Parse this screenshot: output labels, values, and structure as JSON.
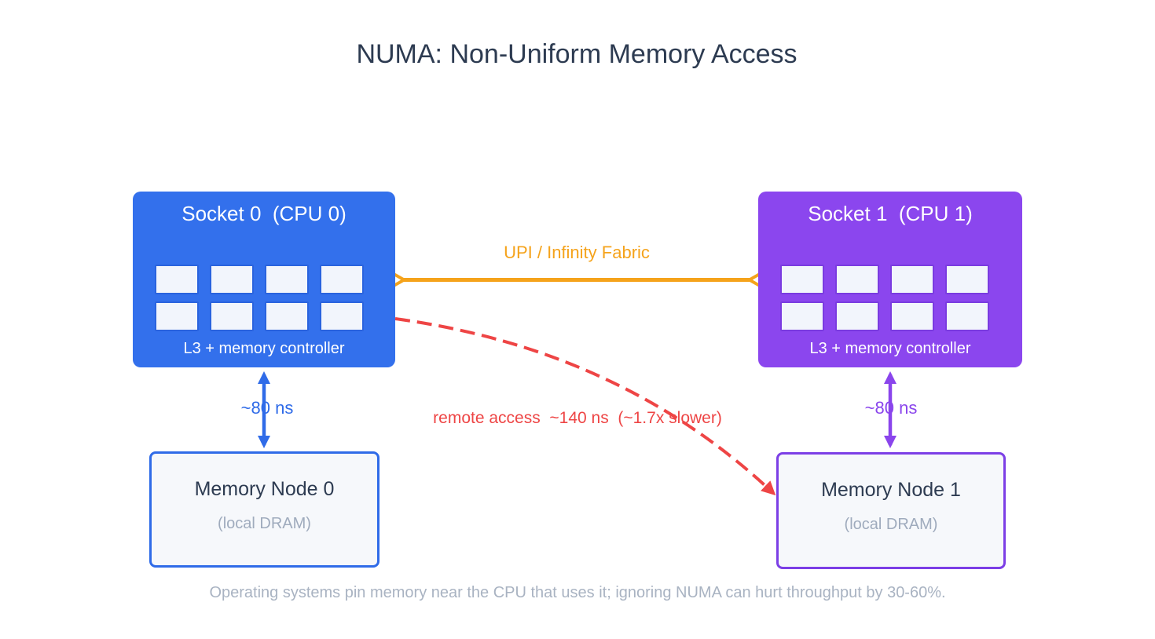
{
  "title": "NUMA: Non-Uniform Memory Access",
  "sockets": [
    {
      "title": "Socket 0  (CPU 0)",
      "sublabel": "L3 + memory controller",
      "fill_color": "#3370EC",
      "core_count": 8
    },
    {
      "title": "Socket 1  (CPU 1)",
      "sublabel": "L3 + memory controller",
      "fill_color": "#8B46EE",
      "core_count": 8
    }
  ],
  "memory_nodes": [
    {
      "title": "Memory Node 0",
      "sublabel": "(local DRAM)",
      "border_color": "#2F6BE8"
    },
    {
      "title": "Memory Node 1",
      "sublabel": "(local DRAM)",
      "border_color": "#7C3FE6"
    }
  ],
  "links": {
    "interconnect": {
      "label": "UPI / Infinity Fabric",
      "color": "#F5A31B"
    },
    "local_left": {
      "label": "~80 ns",
      "color": "#2F6BE8"
    },
    "local_right": {
      "label": "~80 ns",
      "color": "#8A45EC"
    },
    "remote": {
      "label": "remote access  ~140 ns  (~1.7x slower)",
      "color": "#EE4545"
    }
  },
  "caption": "Operating systems pin memory near the CPU that uses it; ignoring NUMA can hurt throughput by 30-60%."
}
